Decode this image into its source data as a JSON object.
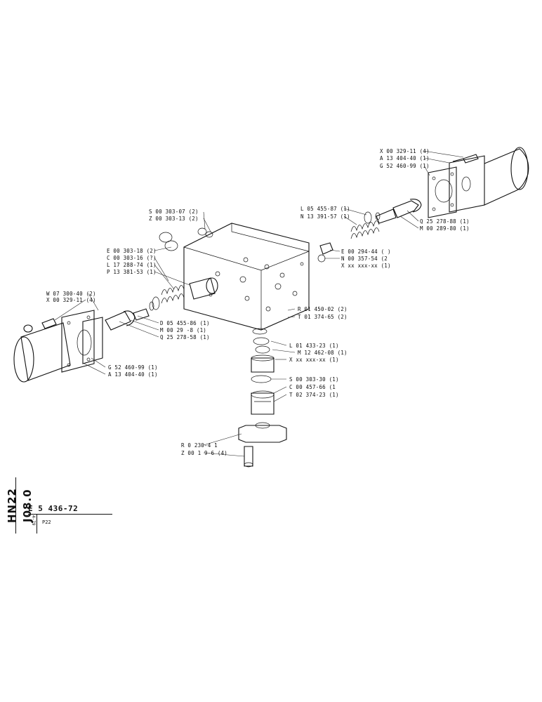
{
  "sheet": {
    "vertical_code": "HN22 J08.0",
    "ref_number": "E 5 436-72",
    "date": "4-79",
    "model": "P22"
  },
  "labels": {
    "top_right_1": "X 00 329-11 (4)",
    "top_right_2": "A 13 404-40 (1)",
    "top_right_3": "G 52 460-99 (1)",
    "upper_mid_1": "L 05 455-87 (1)",
    "upper_mid_2": "N 13 391-57 (1)",
    "right_mid_1": "Q 25 278-88 (1)",
    "right_mid_2": "M 00 289-80 (1)",
    "right_mid_3": "E 00 294-44 ( )",
    "right_mid_4": "N 00 357-54 (2",
    "right_mid_5": "X xx xxx-xx (1)",
    "left_top_1": "S 00 303-07 (2)",
    "left_top_2": "Z 00 303-13 (2)",
    "left_mid_1": "E 00 303-18 (2)",
    "left_mid_2": "C 00 303-16 (?)",
    "left_mid_3": "L 17 288-74 (1)",
    "left_mid_4": "P 13 381-53 (1)",
    "left_motor_1": "W 07 300-40 (2)",
    "left_motor_2": "X 00 329-11 (4)",
    "center_left_1": "D 05 455-86 (1)",
    "center_left_2": "M 00 29 -8 (1)",
    "center_left_3": "Q 25 278-58 (1)",
    "left_bottom_1": "G 52 460-99 (1)",
    "left_bottom_2": "A 13 404-40 (1)",
    "center_r1": "R 01 450-02 (2)",
    "center_r2": "T 01 374-65 (2)",
    "center_r3": "L 01 433-23 (1)",
    "center_r4": "M 12 462-08 (1)",
    "center_r5": "X xx xxx-xx (1)",
    "center_r6": "S 00 303-30 (1)",
    "center_r7": "C 00 457-66 (1",
    "center_r8": "T 02 374-23 (1)",
    "bottom_1": "R 0 230-4 1",
    "bottom_2": "Z 00 1 9-6 (4)"
  }
}
